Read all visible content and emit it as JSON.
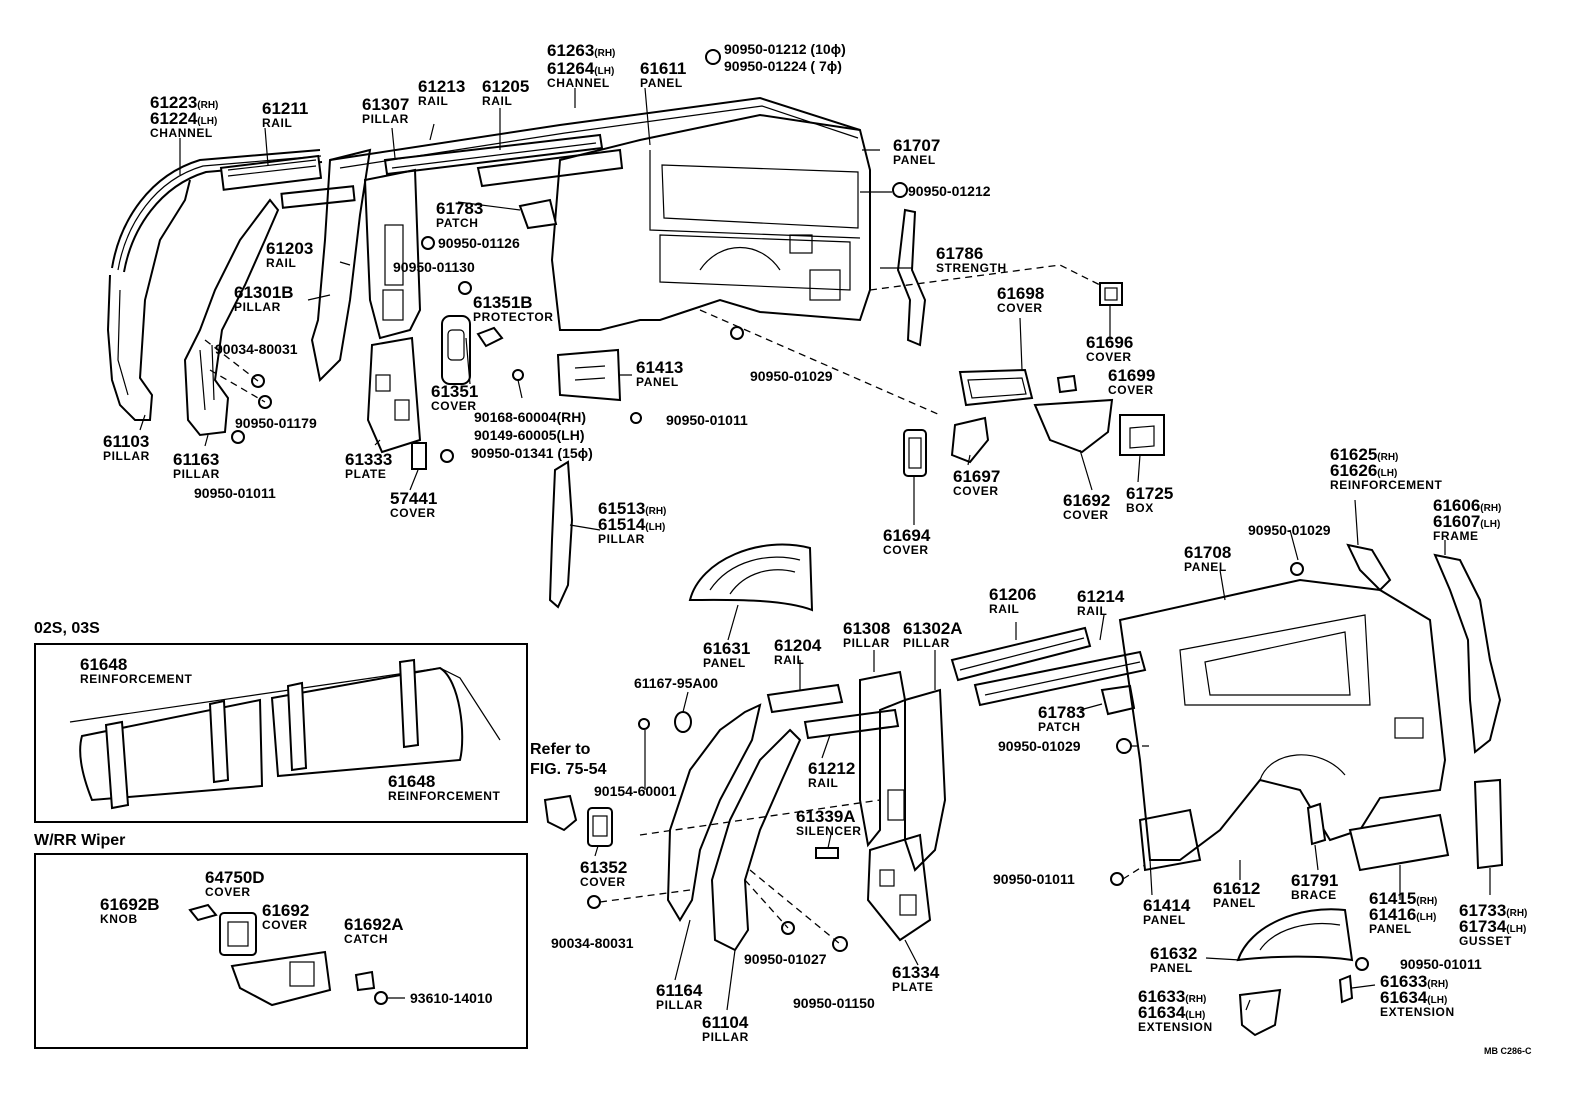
{
  "labels": {
    "61263": {
      "num": "61263",
      "sfx": "(RH)"
    },
    "61264": {
      "num": "61264",
      "sfx": "(LH)",
      "name": "CHANNEL"
    },
    "61611": {
      "num": "61611",
      "name": "PANEL"
    },
    "61213": {
      "num": "61213",
      "name": "RAIL"
    },
    "61205": {
      "num": "61205",
      "name": "RAIL"
    },
    "61223": {
      "num": "61223",
      "sfx": "(RH)"
    },
    "61224": {
      "num": "61224",
      "sfx": "(LH)",
      "name": "CHANNEL"
    },
    "61211": {
      "num": "61211",
      "name": "RAIL"
    },
    "61307": {
      "num": "61307",
      "name": "PILLAR"
    },
    "61707": {
      "num": "61707",
      "name": "PANEL"
    },
    "61783a": {
      "num": "61783",
      "name": "PATCH"
    },
    "61203": {
      "num": "61203",
      "name": "RAIL"
    },
    "61786": {
      "num": "61786",
      "name": "STRENGTH"
    },
    "61301b": {
      "num": "61301B",
      "name": "PILLAR"
    },
    "61351b": {
      "num": "61351B",
      "name": "PROTECTOR"
    },
    "61698": {
      "num": "61698",
      "name": "COVER"
    },
    "61696": {
      "num": "61696",
      "name": "COVER"
    },
    "61699": {
      "num": "61699",
      "name": "COVER"
    },
    "61413": {
      "num": "61413",
      "name": "PANEL"
    },
    "61351": {
      "num": "61351",
      "name": "COVER"
    },
    "61103": {
      "num": "61103",
      "name": "PILLAR"
    },
    "61163": {
      "num": "61163",
      "name": "PILLAR"
    },
    "61333": {
      "num": "61333",
      "name": "PLATE"
    },
    "57441": {
      "num": "57441",
      "name": "COVER"
    },
    "61697": {
      "num": "61697",
      "name": "COVER"
    },
    "61692a": {
      "num": "61692",
      "name": "COVER"
    },
    "61725": {
      "num": "61725",
      "name": "BOX"
    },
    "61694": {
      "num": "61694",
      "name": "COVER"
    },
    "61513": {
      "num": "61513",
      "sfx": "(RH)"
    },
    "61514": {
      "num": "61514",
      "sfx": "(LH)",
      "name": "PILLAR"
    },
    "61625": {
      "num": "61625",
      "sfx": "(RH)"
    },
    "61626": {
      "num": "61626",
      "sfx": "(LH)",
      "name": "REINFORCEMENT"
    },
    "61606": {
      "num": "61606",
      "sfx": "(RH)"
    },
    "61607": {
      "num": "61607",
      "sfx": "(LH)",
      "name": "FRAME"
    },
    "61708": {
      "num": "61708",
      "name": "PANEL"
    },
    "61206": {
      "num": "61206",
      "name": "RAIL"
    },
    "61214": {
      "num": "61214",
      "name": "RAIL"
    },
    "61631": {
      "num": "61631",
      "name": "PANEL"
    },
    "61204": {
      "num": "61204",
      "name": "RAIL"
    },
    "61308": {
      "num": "61308",
      "name": "PILLAR"
    },
    "61302a": {
      "num": "61302A",
      "name": "PILLAR"
    },
    "61783b": {
      "num": "61783",
      "name": "PATCH"
    },
    "61212": {
      "num": "61212",
      "name": "RAIL"
    },
    "61339a": {
      "num": "61339A",
      "name": "SILENCER"
    },
    "61352": {
      "num": "61352",
      "name": "COVER"
    },
    "61164": {
      "num": "61164",
      "name": "PILLAR"
    },
    "61104": {
      "num": "61104",
      "name": "PILLAR"
    },
    "61334": {
      "num": "61334",
      "name": "PLATE"
    },
    "61414": {
      "num": "61414",
      "name": "PANEL"
    },
    "61612": {
      "num": "61612",
      "name": "PANEL"
    },
    "61791": {
      "num": "61791",
      "name": "BRACE"
    },
    "61415": {
      "num": "61415",
      "sfx": "(RH)"
    },
    "61416": {
      "num": "61416",
      "sfx": "(LH)",
      "name": "PANEL"
    },
    "61733": {
      "num": "61733",
      "sfx": "(RH)"
    },
    "61734": {
      "num": "61734",
      "sfx": "(LH)",
      "name": "GUSSET"
    },
    "61632": {
      "num": "61632",
      "name": "PANEL"
    },
    "61633a": {
      "num": "61633",
      "sfx": "(RH)"
    },
    "61634a": {
      "num": "61634",
      "sfx": "(LH)",
      "name": "EXTENSION"
    },
    "61633b": {
      "num": "61633",
      "sfx": "(RH)"
    },
    "61634b": {
      "num": "61634",
      "sfx": "(LH)",
      "name": "EXTENSION"
    },
    "61648a": {
      "num": "61648",
      "name": "REINFORCEMENT"
    },
    "61648b": {
      "num": "61648",
      "name": "REINFORCEMENT"
    },
    "64750d": {
      "num": "64750D",
      "name": "COVER"
    },
    "61692b": {
      "num": "61692B",
      "name": "KNOB"
    },
    "61692w": {
      "num": "61692",
      "name": "COVER"
    },
    "61692aw": {
      "num": "61692A",
      "name": "CATCH"
    }
  },
  "part_numbers": {
    "p01212_10": "90950-01212 (10ϕ)",
    "p01224_7": "90950-01224 ( 7ϕ)",
    "p01212": "90950-01212",
    "p01126": "90950-01126",
    "p01130": "90950-01130",
    "p80031a": "90034-80031",
    "p01179": "90950-01179",
    "p01011a": "90950-01011",
    "p01029a": "90950-01029",
    "p60004": "90168-60004(RH)",
    "p60005": "90149-60005(LH)",
    "p01011b": "90950-01011",
    "p01341": "90950-01341 (15ϕ)",
    "p01029b": "90950-01029",
    "p95a00": "61167-95A00",
    "p60001": "90154-60001",
    "p01029c": "90950-01029",
    "p01011c": "90950-01011",
    "p80031b": "90034-80031",
    "p01027": "90950-01027",
    "p01150": "90950-01150",
    "p01011d": "90950-01011",
    "p14010": "93610-14010"
  },
  "refer": {
    "line1": "Refer to",
    "line2": "FIG. 75-54"
  },
  "inset_top": {
    "title": "02S, 03S"
  },
  "inset_bottom": {
    "title": "W/RR Wiper"
  },
  "corner_code": "MB  C286-C"
}
